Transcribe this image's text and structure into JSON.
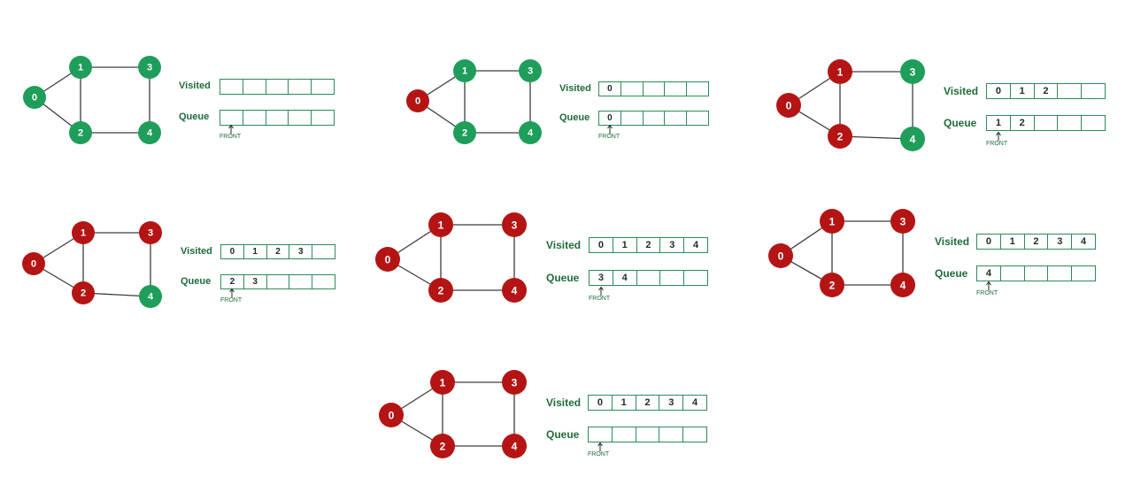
{
  "labels": {
    "visited": "Visited",
    "queue": "Queue",
    "front": "FRONT"
  },
  "colors": {
    "unvisited": "#1e9e5a",
    "visited": "#b51414",
    "cell_border": "#2e8b57",
    "label_text": "#1f6b3a"
  },
  "edges": [
    [
      "0",
      "1"
    ],
    [
      "0",
      "2"
    ],
    [
      "1",
      "2"
    ],
    [
      "1",
      "3"
    ],
    [
      "2",
      "4"
    ],
    [
      "3",
      "4"
    ]
  ],
  "steps": [
    {
      "nodes": {
        "0": "unvisited",
        "1": "unvisited",
        "2": "unvisited",
        "3": "unvisited",
        "4": "unvisited"
      },
      "visited": [
        "",
        "",
        "",
        "",
        ""
      ],
      "queue": [
        "",
        "",
        "",
        "",
        ""
      ]
    },
    {
      "nodes": {
        "0": "visited",
        "1": "unvisited",
        "2": "unvisited",
        "3": "unvisited",
        "4": "unvisited"
      },
      "visited": [
        "0",
        "",
        "",
        "",
        ""
      ],
      "queue": [
        "0",
        "",
        "",
        "",
        ""
      ]
    },
    {
      "nodes": {
        "0": "visited",
        "1": "visited",
        "2": "visited",
        "3": "unvisited",
        "4": "unvisited"
      },
      "visited": [
        "0",
        "1",
        "2",
        "",
        ""
      ],
      "queue": [
        "1",
        "2",
        "",
        "",
        ""
      ]
    },
    {
      "nodes": {
        "0": "visited",
        "1": "visited",
        "2": "visited",
        "3": "visited",
        "4": "unvisited"
      },
      "visited": [
        "0",
        "1",
        "2",
        "3",
        ""
      ],
      "queue": [
        "2",
        "3",
        "",
        "",
        ""
      ]
    },
    {
      "nodes": {
        "0": "visited",
        "1": "visited",
        "2": "visited",
        "3": "visited",
        "4": "visited"
      },
      "visited": [
        "0",
        "1",
        "2",
        "3",
        "4"
      ],
      "queue": [
        "3",
        "4",
        "",
        "",
        ""
      ]
    },
    {
      "nodes": {
        "0": "visited",
        "1": "visited",
        "2": "visited",
        "3": "visited",
        "4": "visited"
      },
      "visited": [
        "0",
        "1",
        "2",
        "3",
        "4"
      ],
      "queue": [
        "4",
        "",
        "",
        "",
        ""
      ]
    },
    {
      "nodes": {
        "0": "visited",
        "1": "visited",
        "2": "visited",
        "3": "visited",
        "4": "visited"
      },
      "visited": [
        "0",
        "1",
        "2",
        "3",
        "4"
      ],
      "queue": [
        "",
        "",
        "",
        "",
        ""
      ]
    }
  ]
}
